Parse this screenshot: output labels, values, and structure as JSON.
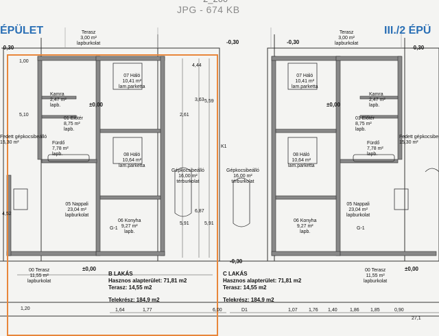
{
  "file_info": "JPG - 674 KB",
  "partial_top": "2_200",
  "buildings": {
    "left": "ÉPÜLET",
    "right": "III./2 ÉPÜ"
  },
  "rooms_b": [
    {
      "name": "Terasz",
      "area": "3,00 m²",
      "floor": "lapburkolat"
    },
    {
      "name": "07 Háló",
      "area": "10,41 m²",
      "floor": "lam.parketta"
    },
    {
      "name": "08 Háló",
      "area": "10,64 m²",
      "floor": "lam.parketta"
    },
    {
      "name": "Kamra",
      "area": "2,47 m²",
      "floor": "lapb."
    },
    {
      "name": "01 Előtér",
      "area": "8,75 m²",
      "floor": "lapb."
    },
    {
      "name": "Fürdő",
      "area": "7,78 m²",
      "floor": "lapb."
    },
    {
      "name": "05 Nappali",
      "area": "23,04 m²",
      "floor": "lapburkolat"
    },
    {
      "name": "06 Konyha",
      "area": "9,27 m²",
      "floor": "lapb."
    },
    {
      "name": "00 Terasz",
      "area": "11,55 m²",
      "floor": "lapburkolat"
    }
  ],
  "rooms_c": [
    {
      "name": "Terasz",
      "area": "3,00 m²",
      "floor": "lapburkolat"
    },
    {
      "name": "07 Háló",
      "area": "10,41 m²",
      "floor": "lam.parketta"
    },
    {
      "name": "08 Háló",
      "area": "10,64 m²",
      "floor": "lam.parketta"
    },
    {
      "name": "Kamra",
      "area": "2,47 m²",
      "floor": "lapb."
    },
    {
      "name": "01 Előtér",
      "area": "8,75 m²",
      "floor": "lapb."
    },
    {
      "name": "Fürdő",
      "area": "7,78 m²",
      "floor": "lapb."
    },
    {
      "name": "05 Nappali",
      "area": "23,04 m²",
      "floor": "lapburkolat"
    },
    {
      "name": "06 Konyha",
      "area": "9,27 m²",
      "floor": "lapb."
    },
    {
      "name": "00 Terasz",
      "area": "11,55 m²",
      "floor": "lapburkolat"
    }
  ],
  "parking": [
    {
      "name": "Gépkocsibeálló",
      "area": "16,00 m²",
      "floor": "térburkolat"
    },
    {
      "name": "Gépkocsibeálló",
      "area": "16,00 m²",
      "floor": "térburkolat"
    }
  ],
  "summary_b": {
    "title": "B LAKÁS",
    "area": "Hasznos alapterület: 71,81 m2",
    "terrace": "Terasz: 14,55 m2",
    "plot": "Telekrész: 184,9 m2"
  },
  "summary_c": {
    "title": "C LAKÁS",
    "area": "Hasznos alapterület: 71,81 m2",
    "terrace": "Terasz: 14,55 m2",
    "plot": "Telekrész: 184,9 m2"
  },
  "levels": {
    "zero": "±0,00",
    "minus": "-0,30"
  },
  "dims_bottom": [
    "1,20",
    "1,64",
    "1,77",
    "6,00",
    "1,07",
    "1,76",
    "1,40",
    "1,86",
    "1,85",
    "0,90",
    "27,1"
  ],
  "dims_vertical": [
    "4,44",
    "3,63",
    "5,59",
    "2,61",
    "5,91",
    "6,87",
    "5,91",
    "4,52",
    "5,10",
    "1,00"
  ],
  "misc": {
    "fedett": "Fedett gépkocsibeálló",
    "fedett_area": "15,30 m²",
    "d1": "D1",
    "k1": "K1",
    "g1": "G-1"
  }
}
